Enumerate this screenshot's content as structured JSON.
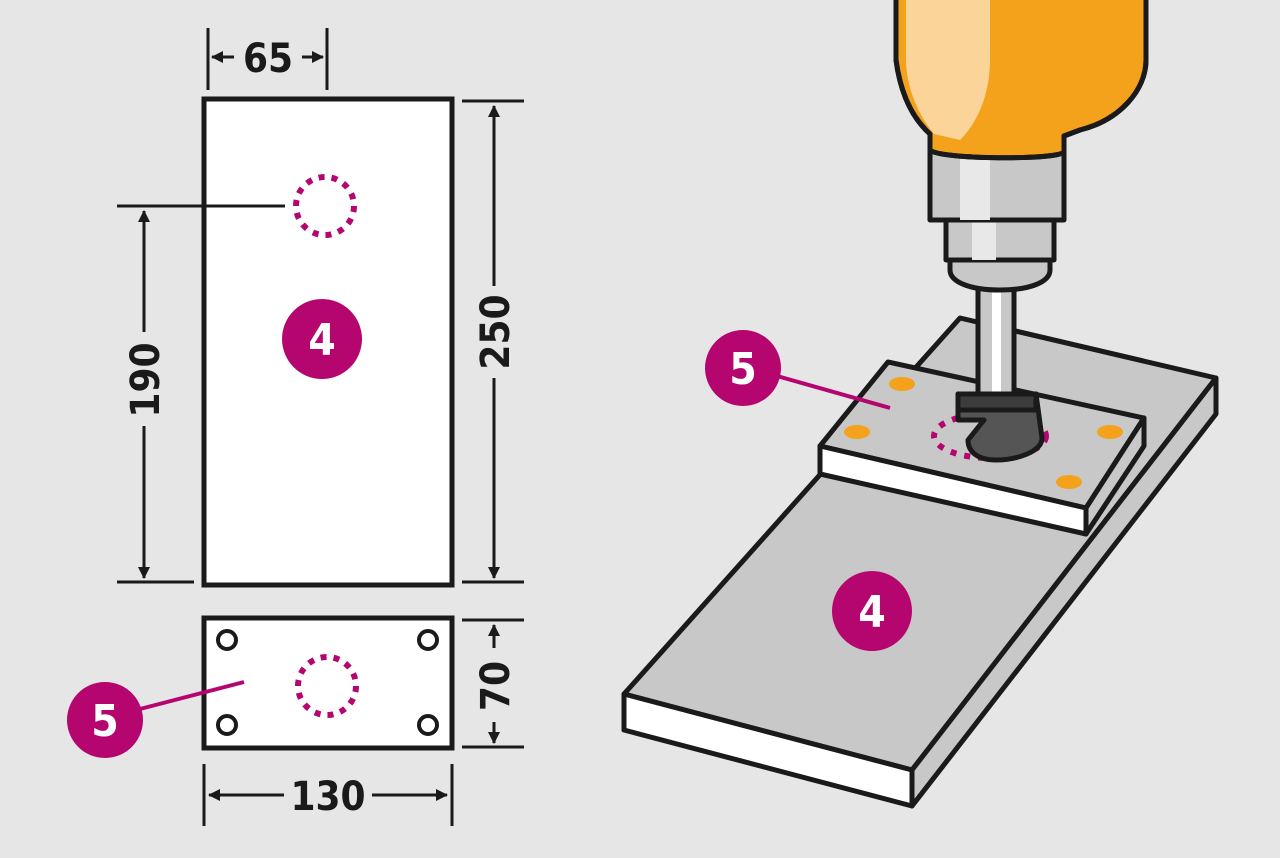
{
  "colors": {
    "background": "#e6e6e6",
    "outline": "#1a1a1a",
    "panel_white": "#ffffff",
    "panel_grey": "#c8c8c8",
    "marker_magenta": "#b5066f",
    "drill_orange": "#f4a21c",
    "drill_orange_light": "#fbd49a",
    "hole_marks_orange": "#f4a21c"
  },
  "dimensions": {
    "plate_width": "65",
    "plate_height": "250",
    "hole_offset": "190",
    "jig_width": "130",
    "jig_height": "70"
  },
  "labels": {
    "board": "4",
    "jig": "5"
  },
  "icons": {
    "drill": "drill-icon",
    "forstner_bit": "forstner-bit-icon"
  }
}
